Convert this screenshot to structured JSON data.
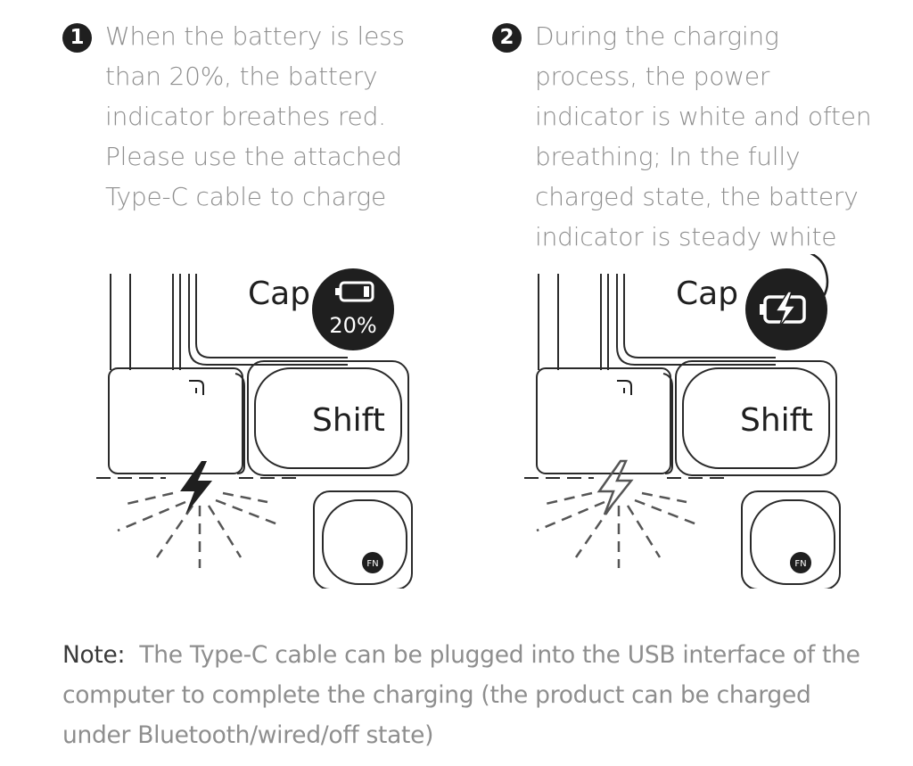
{
  "steps": [
    {
      "number": "1",
      "text": "When the battery is less than 20%, the battery indicator breathes red. Please use the attached Type-C cable to charge"
    },
    {
      "number": "2",
      "text": "During the charging process, the power indicator is white and often breathing; In the fully charged state, the battery indicator is steady white"
    }
  ],
  "illustrations": [
    {
      "cap_key": "Cap",
      "shift_key": "Shift",
      "fn_key": "FN",
      "battery_level": "20%",
      "indicator_state": "low-battery-solid"
    },
    {
      "cap_key": "Cap",
      "shift_key": "Shift",
      "fn_key": "FN",
      "indicator_state": "charging-outline"
    }
  ],
  "note": {
    "label": "Note:",
    "text": "The Type-C cable can be plugged into the USB interface of the computer to complete the charging (the product can be charged under Bluetooth/wired/off state)"
  },
  "colors": {
    "ink": "#1f1f1f",
    "body_text": "#8e8e8e",
    "line": "#2a2a2a",
    "ray": "#555555"
  },
  "icons": [
    "battery-icon",
    "charging-battery-icon",
    "lightning-icon",
    "usb-c-cable-icon",
    "fn-icon"
  ]
}
